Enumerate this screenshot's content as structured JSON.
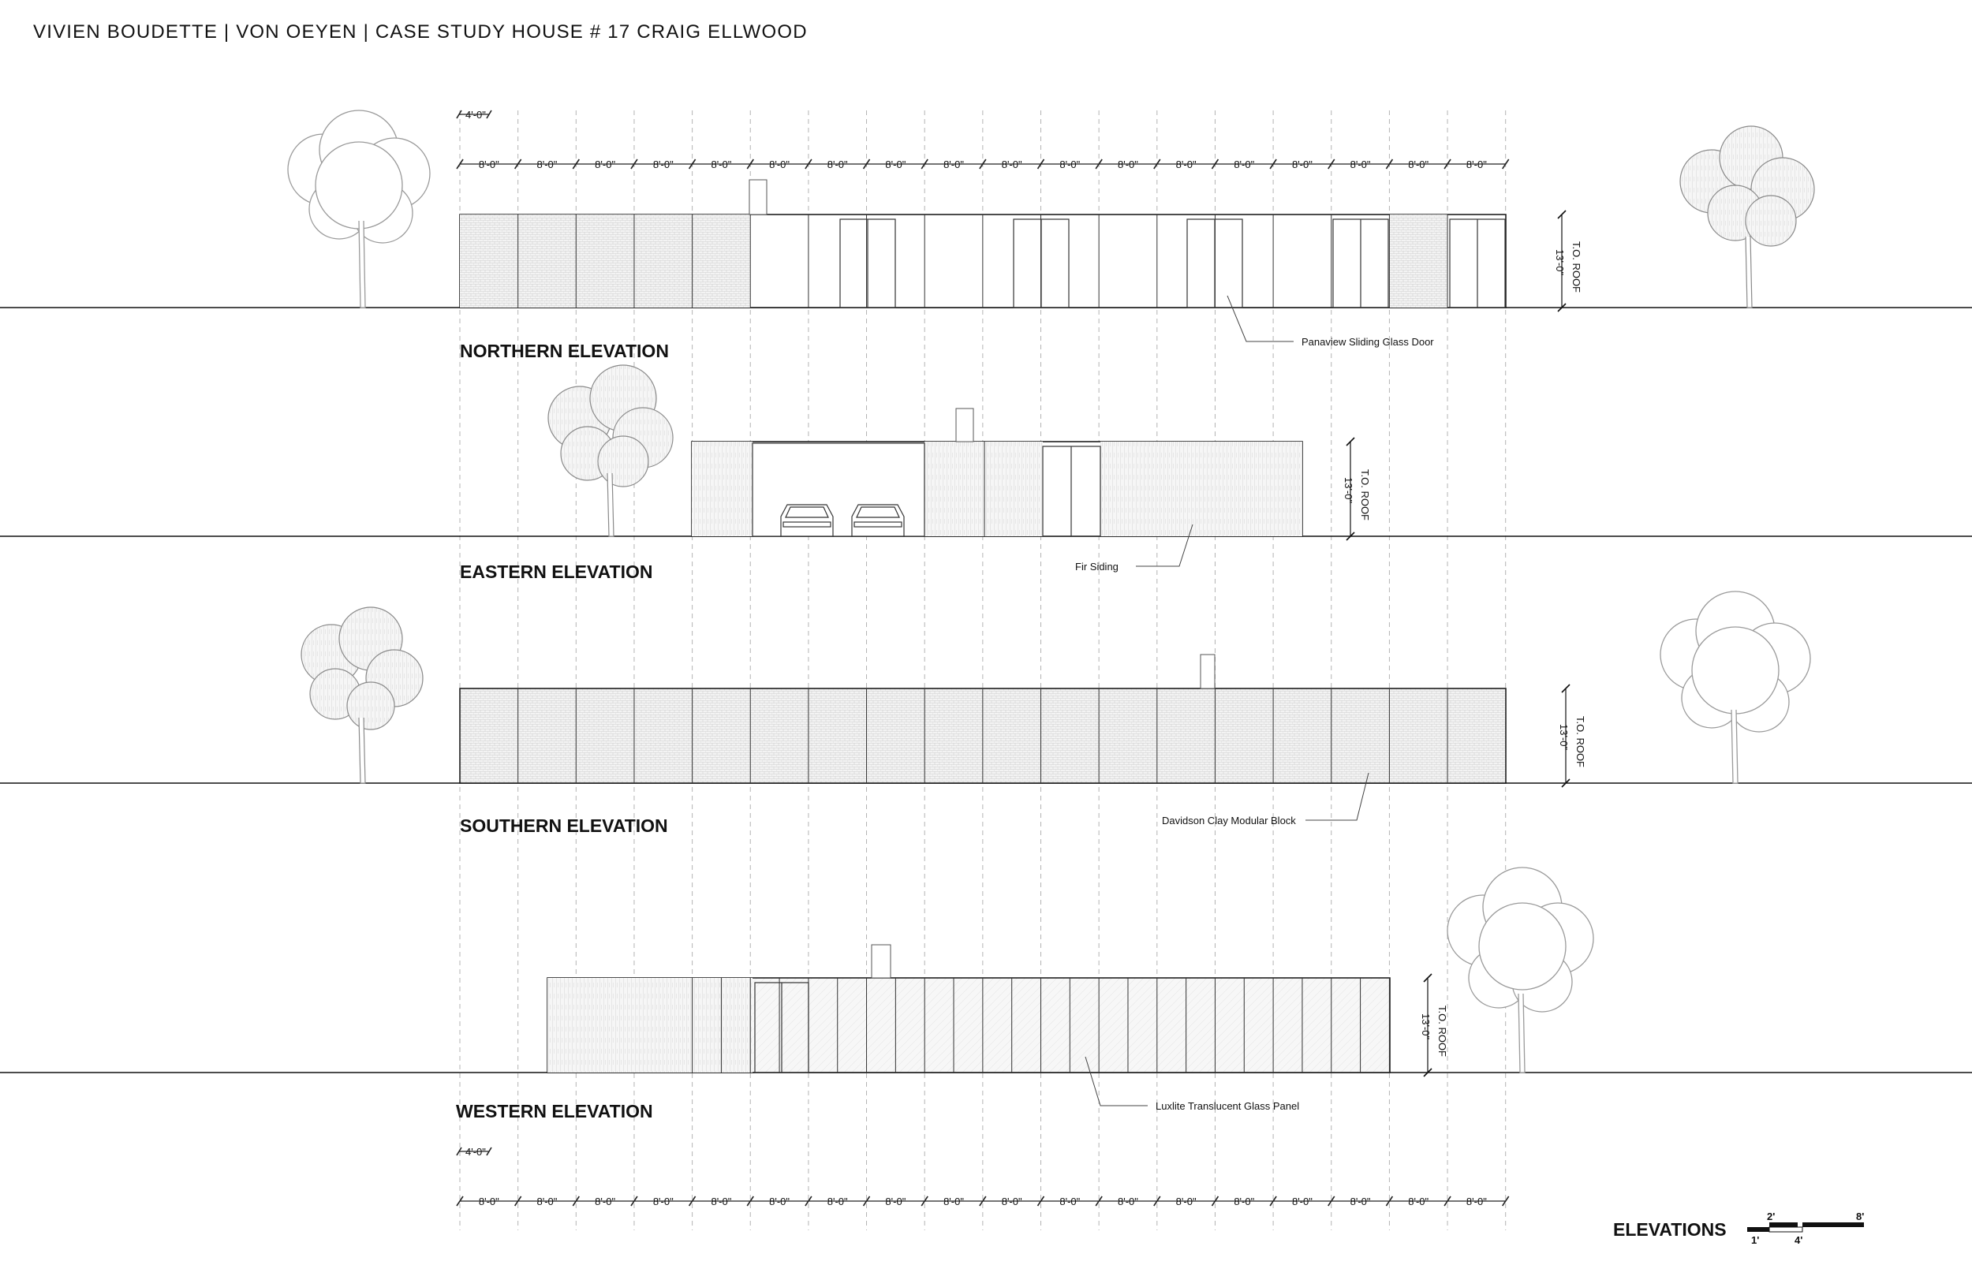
{
  "header": {
    "title": "VIVIEN BOUDETTE | VON OEYEN | CASE STUDY HOUSE # 17 CRAIG ELLWOOD"
  },
  "dimensions": {
    "half_module": "4'-0\"",
    "module": "8'-0\"",
    "module_count": 18
  },
  "roof_marker": {
    "label": "T.O. ROOF",
    "height": "13'-0\""
  },
  "elevations": [
    {
      "title": "NORTHERN ELEVATION",
      "annotation": "Panaview Sliding Glass Door"
    },
    {
      "title": "EASTERN ELEVATION",
      "annotation": "Fir Siding"
    },
    {
      "title": "SOUTHERN ELEVATION",
      "annotation": "Davidson Clay Modular Block"
    },
    {
      "title": "WESTERN ELEVATION",
      "annotation": "Luxlite Translucent Glass Panel"
    }
  ],
  "sheet_title": "ELEVATIONS",
  "scale_bar": {
    "labels": [
      "1'",
      "2'",
      "4'",
      "8'"
    ]
  }
}
